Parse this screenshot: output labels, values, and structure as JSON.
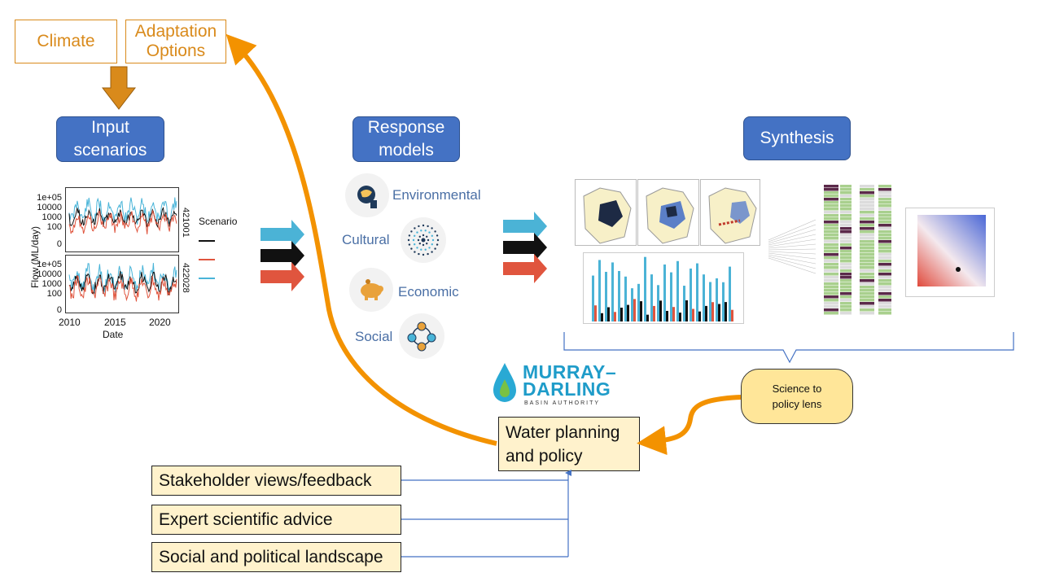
{
  "top_boxes": {
    "climate": "Climate",
    "adaptation": "Adaptation\nOptions"
  },
  "stages": {
    "input": "Input\nscenarios",
    "response": "Response\nmodels",
    "synthesis": "Synthesis"
  },
  "flow_chart": {
    "y_axis_label": "Flow (ML/day)",
    "x_axis_label": "Date",
    "y_ticks": [
      "1e+05",
      "10000",
      "1000",
      "100",
      "0"
    ],
    "x_ticks": [
      "2010",
      "2015",
      "2020"
    ],
    "panels": [
      "421001",
      "422028"
    ],
    "legend_title": "Scenario",
    "colors": {
      "black": "#111111",
      "red": "#e0553e",
      "cyan": "#49b4d8"
    }
  },
  "models": {
    "environmental": "Environmental",
    "cultural": "Cultural",
    "economic": "Economic",
    "social": "Social"
  },
  "arrow_colors": [
    "#4bb3d6",
    "#111111",
    "#e0553e"
  ],
  "logo": {
    "line1": "MURRAY–",
    "line2": "DARLING",
    "line3": "BASIN AUTHORITY"
  },
  "lens": "Science to\npolicy lens",
  "policy": "Water planning\nand policy",
  "inputs": {
    "stakeholder": "Stakeholder views/feedback",
    "expert": "Expert scientific advice",
    "social": "Social and political landscape"
  },
  "colors": {
    "orange": "#f39200",
    "orange_text": "#d98a1b",
    "blue_box": "#4472c4",
    "yellow_box": "#fff2cc",
    "lens_fill": "#ffe699",
    "connector": "#4472c4"
  }
}
